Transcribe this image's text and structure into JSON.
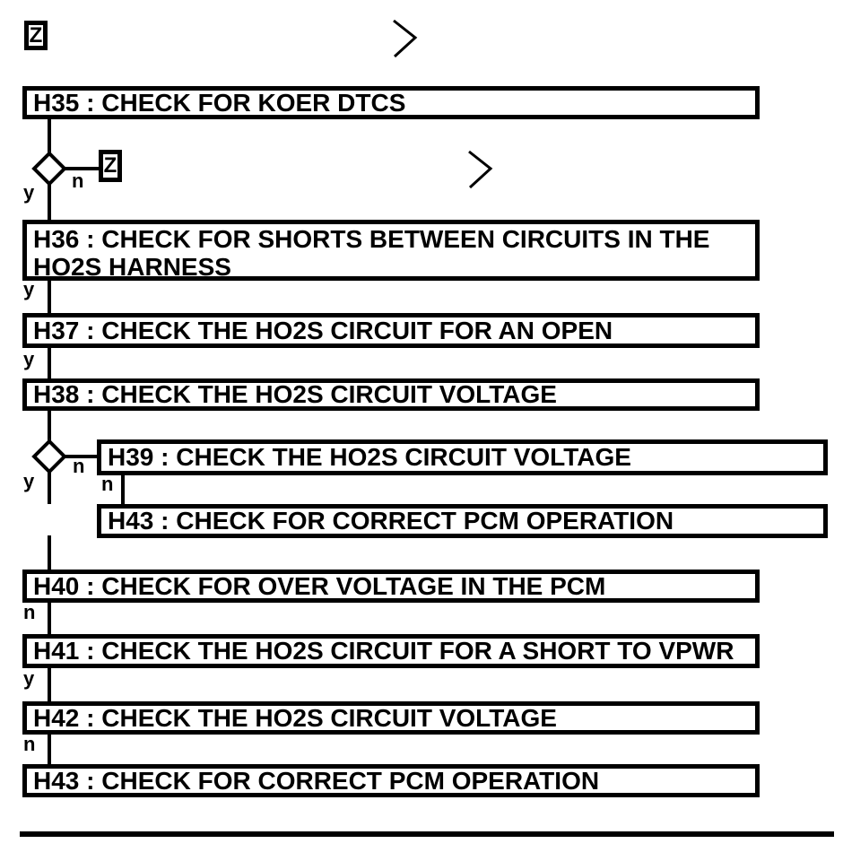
{
  "diagram": {
    "type": "flowchart",
    "description": "Diagnostic pinpoint test flowchart steps H35 to H43",
    "connector_label": "Z",
    "branch_labels": {
      "yes": "y",
      "no": "n"
    },
    "nodes": [
      {
        "id": "H35",
        "label": "H35 : CHECK FOR KOER DTCS"
      },
      {
        "id": "H36",
        "label": "H36 : CHECK FOR SHORTS BETWEEN CIRCUITS IN THE HO2S HARNESS"
      },
      {
        "id": "H37",
        "label": "H37 : CHECK THE HO2S CIRCUIT FOR AN OPEN"
      },
      {
        "id": "H38",
        "label": "H38 : CHECK THE HO2S CIRCUIT VOLTAGE"
      },
      {
        "id": "H39",
        "label": "H39 : CHECK THE HO2S CIRCUIT VOLTAGE"
      },
      {
        "id": "H43a",
        "label": "H43 : CHECK FOR CORRECT PCM OPERATION"
      },
      {
        "id": "H40",
        "label": "H40 : CHECK FOR OVER VOLTAGE IN THE PCM"
      },
      {
        "id": "H41",
        "label": "H41 : CHECK THE HO2S CIRCUIT FOR A SHORT TO VPWR"
      },
      {
        "id": "H42",
        "label": "H42 : CHECK THE HO2S CIRCUIT VOLTAGE"
      },
      {
        "id": "H43b",
        "label": "H43 : CHECK FOR CORRECT PCM OPERATION"
      }
    ],
    "edges": [
      {
        "from": "H35",
        "branch": "n",
        "to": "Z"
      },
      {
        "from": "H35",
        "branch": "y",
        "to": "H36"
      },
      {
        "from": "H36",
        "branch": "y",
        "to": "H37"
      },
      {
        "from": "H37",
        "branch": "y",
        "to": "H38"
      },
      {
        "from": "H38",
        "branch": "n",
        "to": "H39"
      },
      {
        "from": "H38",
        "branch": "y",
        "to": "H40"
      },
      {
        "from": "H39",
        "branch": "n",
        "to": "H43a"
      },
      {
        "from": "H40",
        "branch": "n",
        "to": "H41"
      },
      {
        "from": "H41",
        "branch": "y",
        "to": "H42"
      },
      {
        "from": "H42",
        "branch": "n",
        "to": "H43b"
      }
    ],
    "colors": {
      "ink": "#000000",
      "paper": "#ffffff"
    }
  }
}
